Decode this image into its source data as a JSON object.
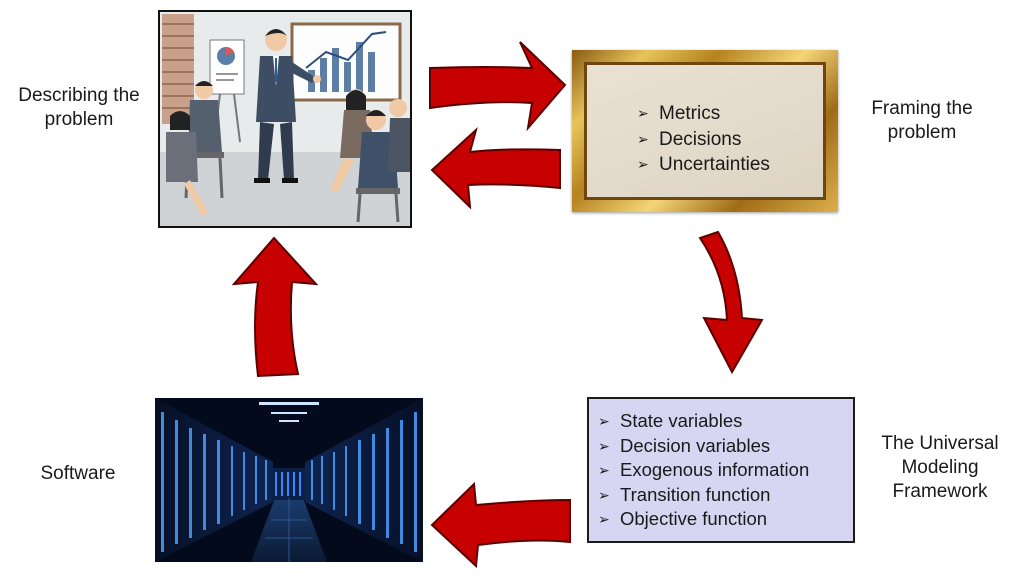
{
  "labels": {
    "describing": [
      "Describing the",
      "problem"
    ],
    "framing": [
      "Framing the",
      "problem"
    ],
    "umf": [
      "The Universal",
      "Modeling",
      "Framework"
    ],
    "software": "Software"
  },
  "framing_bullets": [
    "Metrics",
    "Decisions",
    "Uncertainties"
  ],
  "umf_bullets": [
    "State variables",
    "Decision variables",
    "Exogenous information",
    "Transition function",
    "Objective function"
  ],
  "bullet_glyph": "➢",
  "colors": {
    "arrow_fill": "#c70000",
    "arrow_stroke": "#5a0000",
    "umf_box": "#d6d5f2",
    "frame_gold": "#c9962f"
  },
  "icons": {
    "meeting": "presentation-meeting-illustration",
    "frame": "gold-picture-frame",
    "servers": "server-room-photo",
    "arrows": "curved-cycle-arrow"
  }
}
